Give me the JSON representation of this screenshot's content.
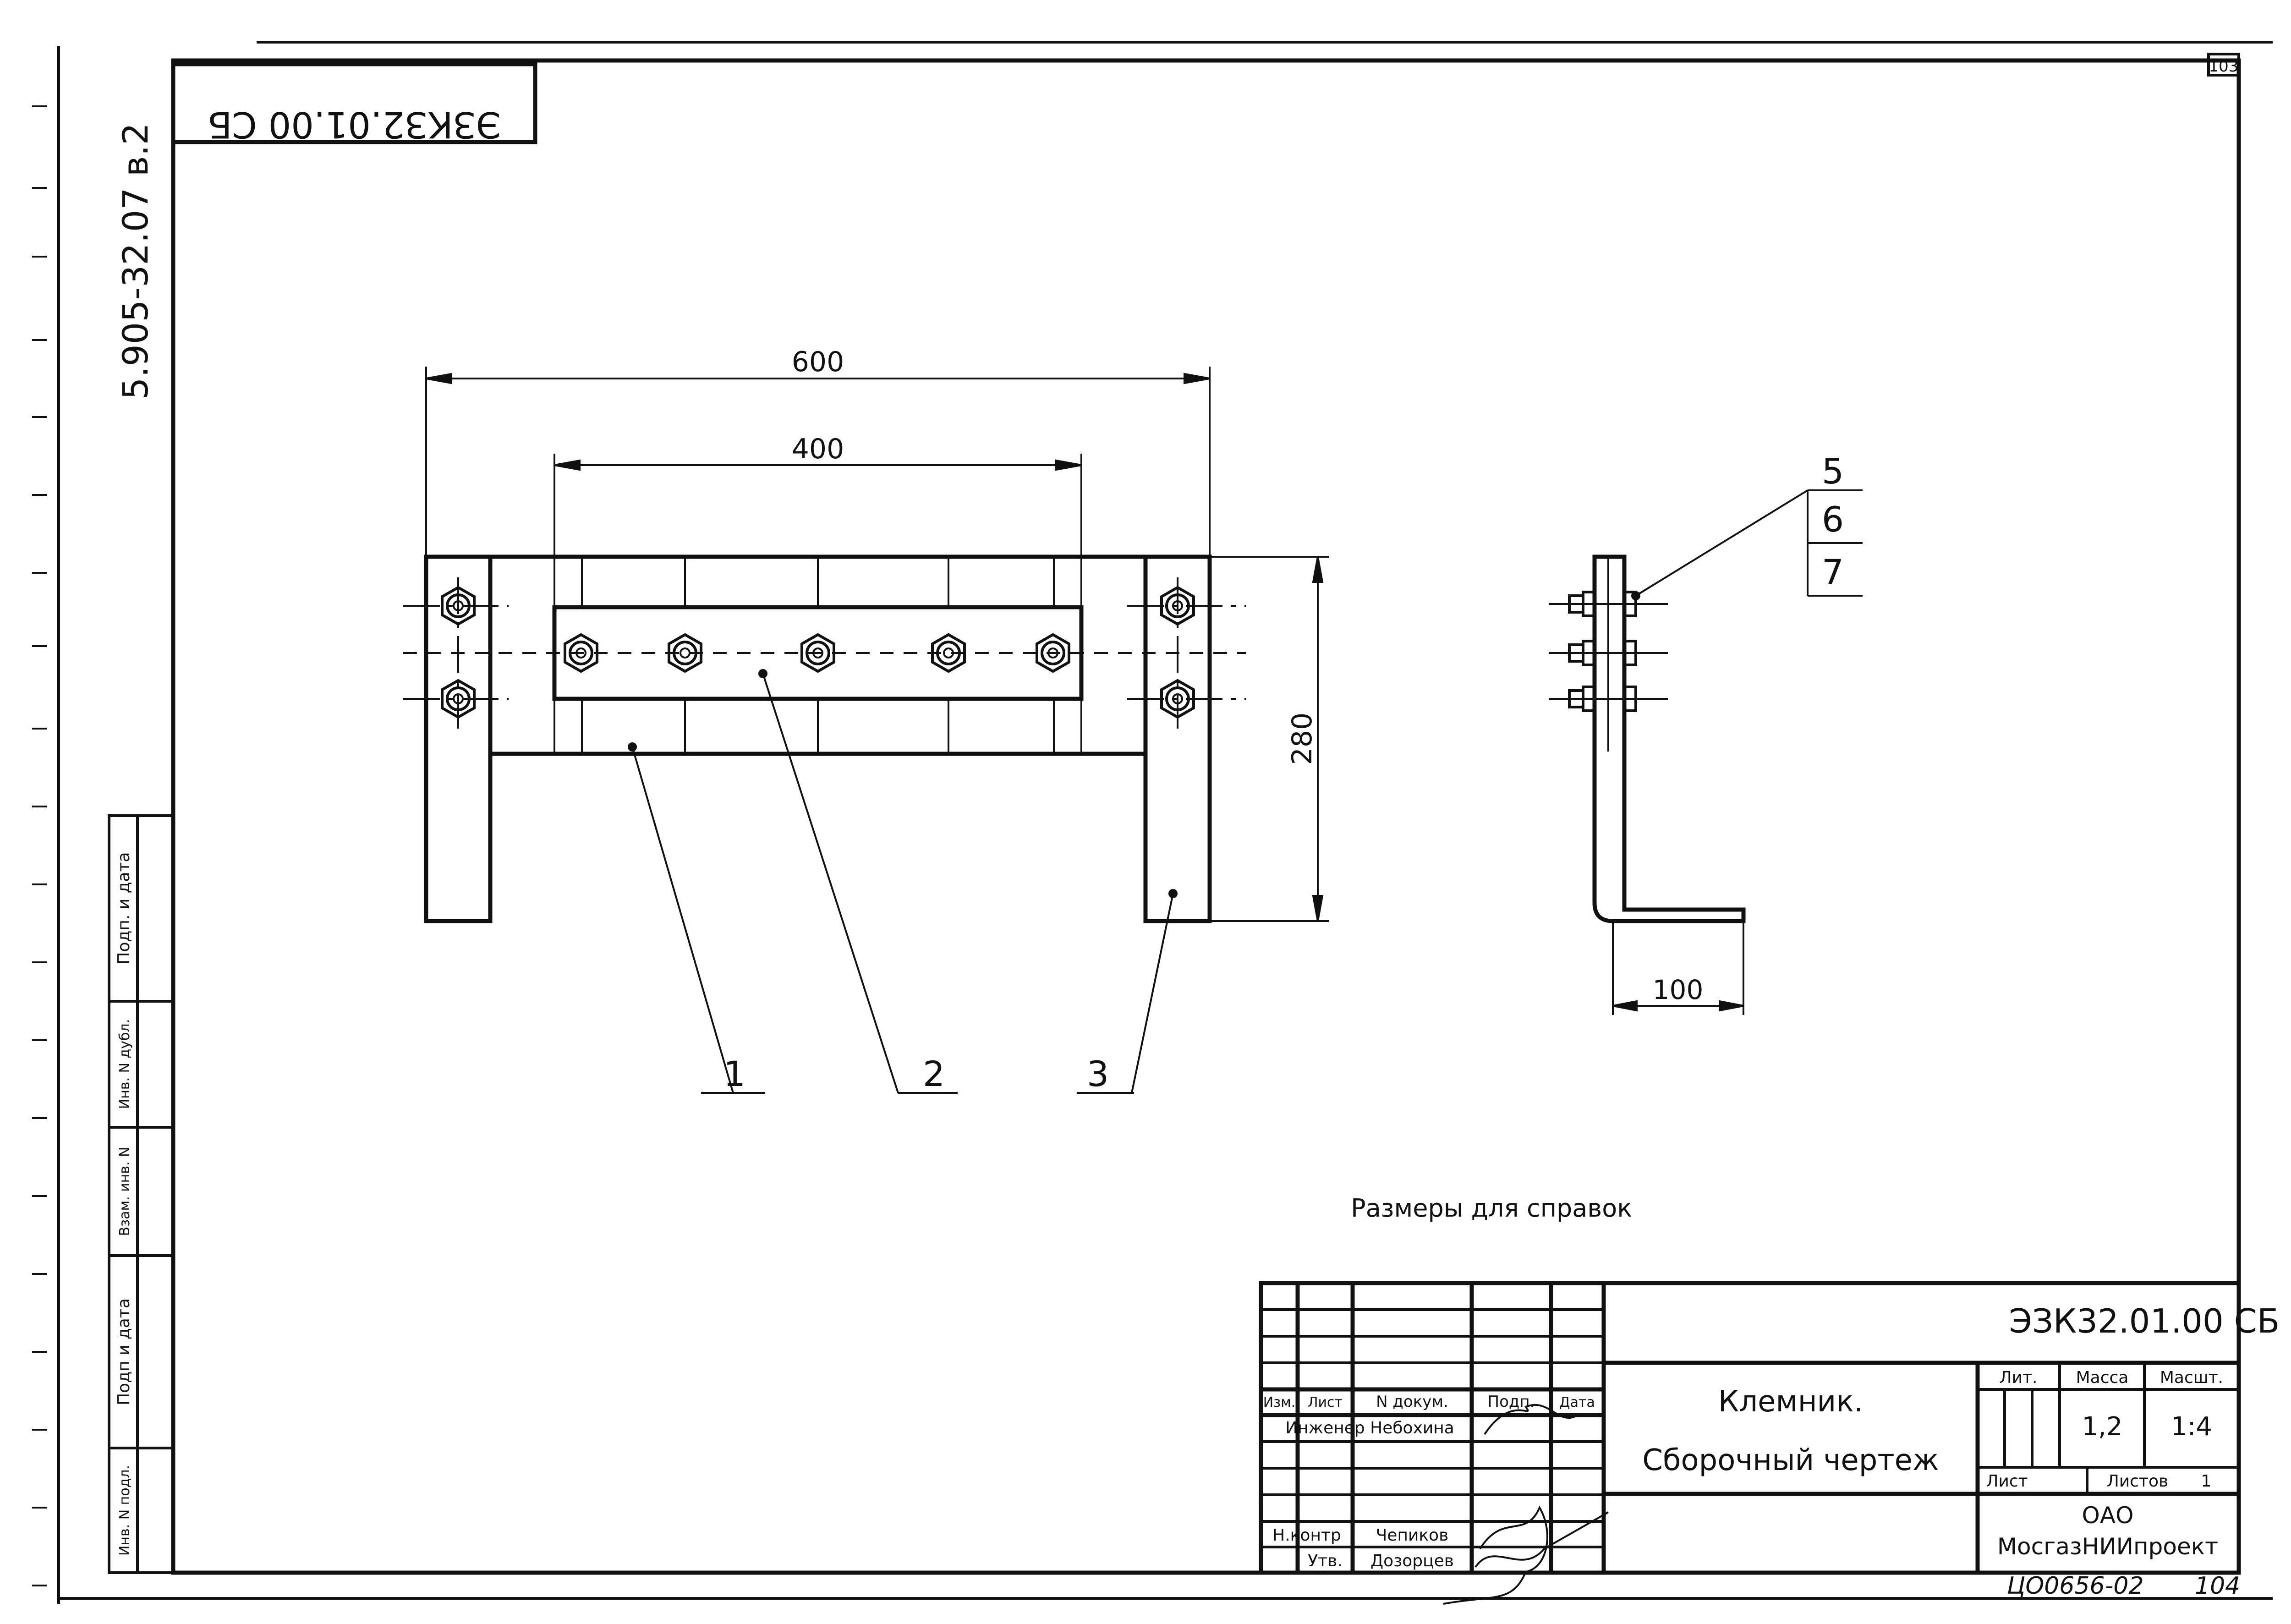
{
  "sheet": {
    "page_number": "103",
    "mirrored_code": "ЭЗКЗ2.01.00 СБ",
    "side_code": "5.905-32.07 в.2",
    "note": "Размеры для справок",
    "handwritten_number": "ЦО0656-02",
    "handwritten_page": "104"
  },
  "dimensions": {
    "overall_width": "600",
    "plate_width": "400",
    "height": "280",
    "side_depth": "100"
  },
  "callouts": {
    "front": [
      "1",
      "2",
      "3"
    ],
    "side": [
      "5",
      "6",
      "7"
    ]
  },
  "left_strip": {
    "fields": [
      "Подп. и дата",
      "Инв. N дубл.",
      "Взам. инв. N",
      "Подп и дата",
      "Инв. N подл."
    ]
  },
  "title_block": {
    "designation": "ЭЗК32.01.00 СБ",
    "name_line1": "Клемник.",
    "name_line2": "Сборочный чертеж",
    "col_headers": [
      "Изм.",
      "Лист",
      "N докум.",
      "Подп.",
      "Дата"
    ],
    "lit_label": "Лит.",
    "mass_label": "Масса",
    "scale_label": "Масшт.",
    "mass_value": "1,2",
    "scale_value": "1:4",
    "sheet_label": "Лист",
    "sheets_label": "Листов",
    "sheets_value": "1",
    "org_line1": "ОАО",
    "org_line2": "МосгазНИИпроект",
    "rows": [
      {
        "role": "Инженер",
        "name": "Небохина"
      },
      {
        "role": "Н.контр",
        "name": "Чепиков"
      },
      {
        "role": "Утв.",
        "name": "Дозорцев"
      }
    ]
  }
}
